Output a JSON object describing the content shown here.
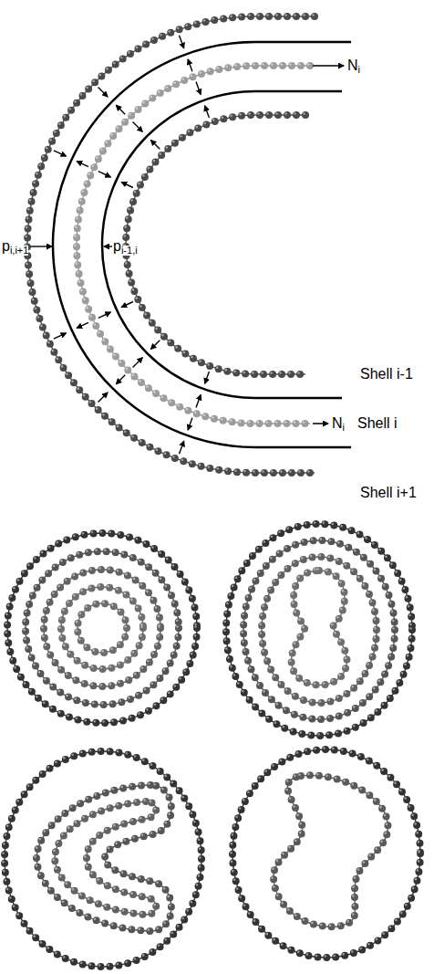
{
  "diagram": {
    "labels": [
      "p",
      "i,i+1",
      "p",
      "i-1,i",
      "N",
      "i",
      "N",
      "i",
      "Shell i-1",
      "Shell i",
      "Shell i+1"
    ]
  }
}
